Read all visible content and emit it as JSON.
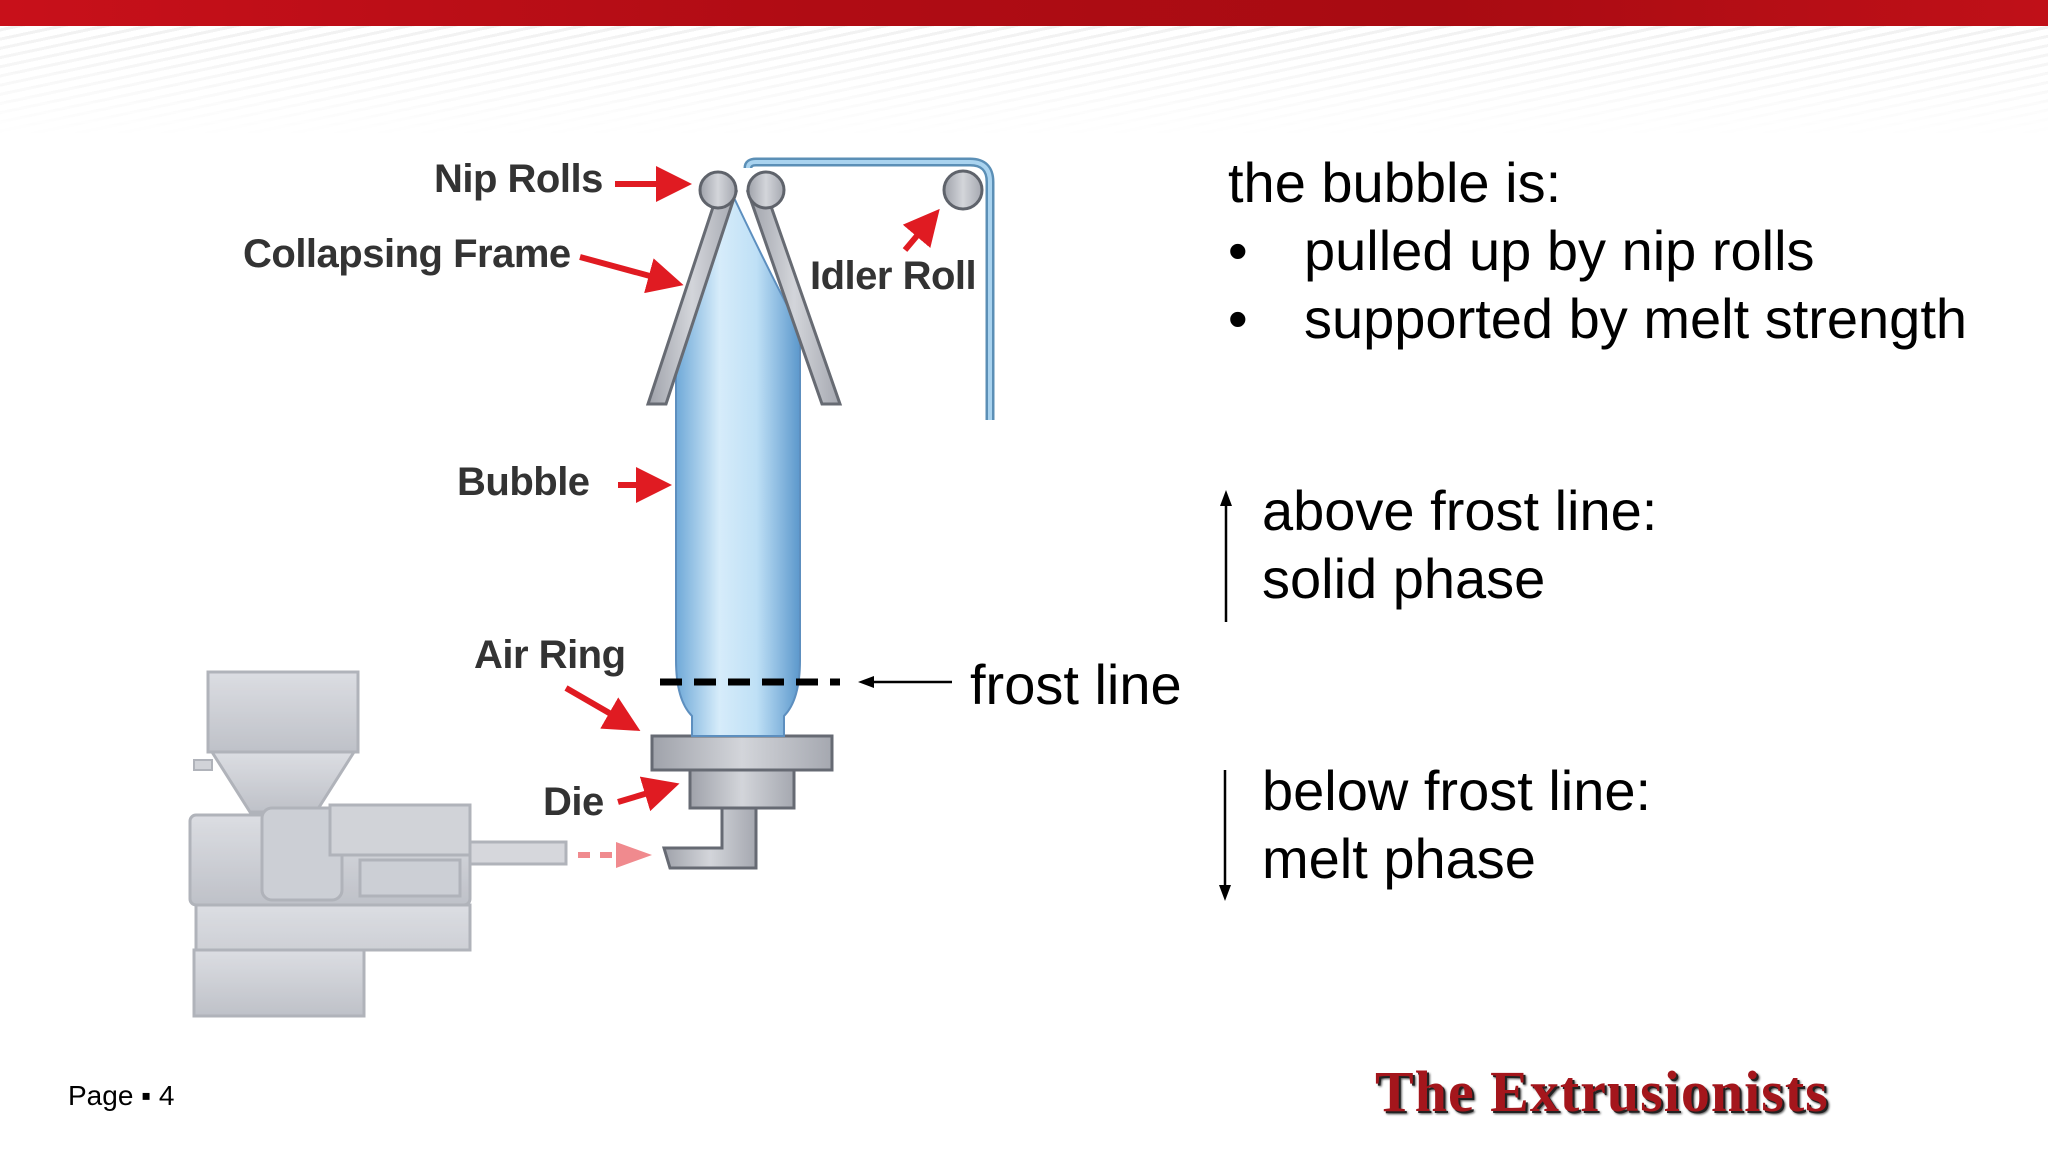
{
  "diagram_labels": {
    "nip_rolls": "Nip Rolls",
    "collapsing_frame": "Collapsing Frame",
    "idler_roll": "Idler Roll",
    "bubble": "Bubble",
    "air_ring": "Air Ring",
    "die": "Die"
  },
  "frost_line_label": "frost line",
  "bubble_intro": {
    "heading": "the bubble is:",
    "bullets": [
      "pulled up by nip rolls",
      "supported by melt strength"
    ]
  },
  "above": {
    "line1": "above frost line:",
    "line2": "solid phase"
  },
  "below": {
    "line1": "below frost line:",
    "line2": "melt phase"
  },
  "footer": {
    "page_label": "Page ▪ 4",
    "brand": "The Extrusionists"
  },
  "colors": {
    "brand_red": "#b00c14",
    "arrow_red": "#e01b22",
    "bubble_blue": "#a9d3ef",
    "machine_gray": "#b9bcc4"
  }
}
